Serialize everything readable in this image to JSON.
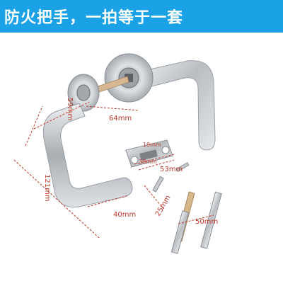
{
  "banner": {
    "title": "防火把手，一拍等于一套"
  },
  "dimensions": {
    "d59": "59mm",
    "d64": "64mm",
    "d121": "121mm",
    "d40": "40mm",
    "d53": "53mm",
    "d19": "19mm",
    "d38": "38mm",
    "d25": "25mm",
    "d50": "50mm"
  },
  "colors": {
    "banner": "#1ba1e6",
    "dimension": "#c0392b",
    "metal": "#c8ccd0"
  }
}
